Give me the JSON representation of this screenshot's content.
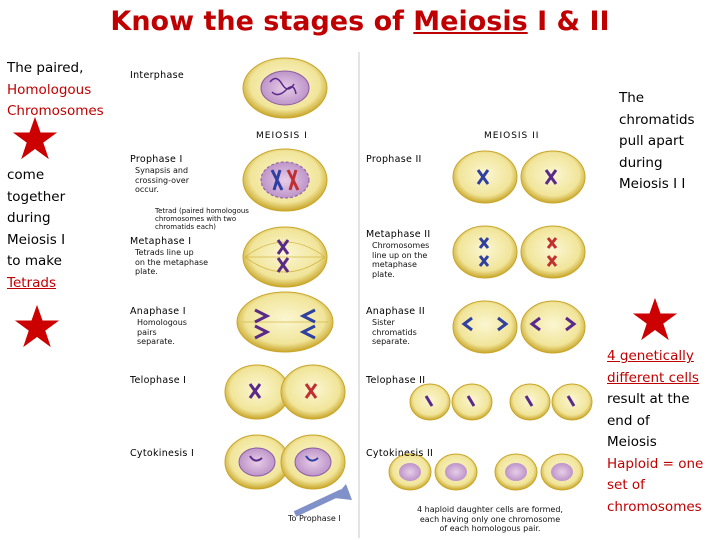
{
  "title": {
    "prefix": "Know the stages of ",
    "highlight": "Meiosis",
    "suffix": " I & II"
  },
  "left_text": {
    "line1": "The paired,",
    "line2": "Homologous",
    "line3": "Chromosomes",
    "line4": "come",
    "line5": "together",
    "line6": "during",
    "line7": "Meiosis I",
    "line8": "to make",
    "line9": "Tetrads"
  },
  "right_top_text": {
    "line1": "The",
    "line2": "chromatids",
    "line3": "pull apart",
    "line4": "during",
    "line5": "Meiosis I I"
  },
  "right_bottom_text": {
    "line1": "4 genetically",
    "line2": "different cells",
    "line3": "result at the",
    "line4": "end of",
    "line5": "Meiosis",
    "line6": "Haploid = one",
    "line7": "set of",
    "line8": "chromosomes"
  },
  "diagram": {
    "interphase": "Interphase",
    "meiosis1_header": "MEIOSIS I",
    "meiosis2_header": "MEIOSIS II",
    "prophase1": "Prophase I",
    "prophase1_note1": "Synapsis and",
    "prophase1_note2": "crossing-over",
    "prophase1_note3": "occur.",
    "tetrad_note1": "Tetrad (paired homologous",
    "tetrad_note2": "chromosomes with two",
    "tetrad_note3": "chromatids each)",
    "metaphase1": "Metaphase I",
    "metaphase1_note1": "Tetrads line up",
    "metaphase1_note2": "on the metaphase",
    "metaphase1_note3": "plate.",
    "anaphase1": "Anaphase I",
    "anaphase1_note1": "Homologous",
    "anaphase1_note2": "pairs",
    "anaphase1_note3": "separate.",
    "telophase1": "Telophase I",
    "cytokinesis1": "Cytokinesis I",
    "to_prophase": "To Prophase I",
    "prophase2": "Prophase II",
    "metaphase2": "Metaphase II",
    "metaphase2_note1": "Chromosomes",
    "metaphase2_note2": "line up on the",
    "metaphase2_note3": "metaphase",
    "metaphase2_note4": "plate.",
    "anaphase2": "Anaphase II",
    "anaphase2_note1": "Sister",
    "anaphase2_note2": "chromatids",
    "anaphase2_note3": "separate.",
    "telophase2": "Telophase II",
    "cytokinesis2": "Cytokinesis II",
    "final_note1": "4 haploid daughter cells are formed,",
    "final_note2": "each having only one chromosome",
    "final_note3": "of each homologous pair."
  },
  "colors": {
    "accent_red": "#c00000",
    "star_red": "#cc0000",
    "cell_fill": "#f5efb0",
    "cell_edge": "#c9a62a",
    "chrom_purple": "#5a2a8a",
    "chrom_red": "#c03030",
    "chrom_blue": "#3040a0"
  }
}
